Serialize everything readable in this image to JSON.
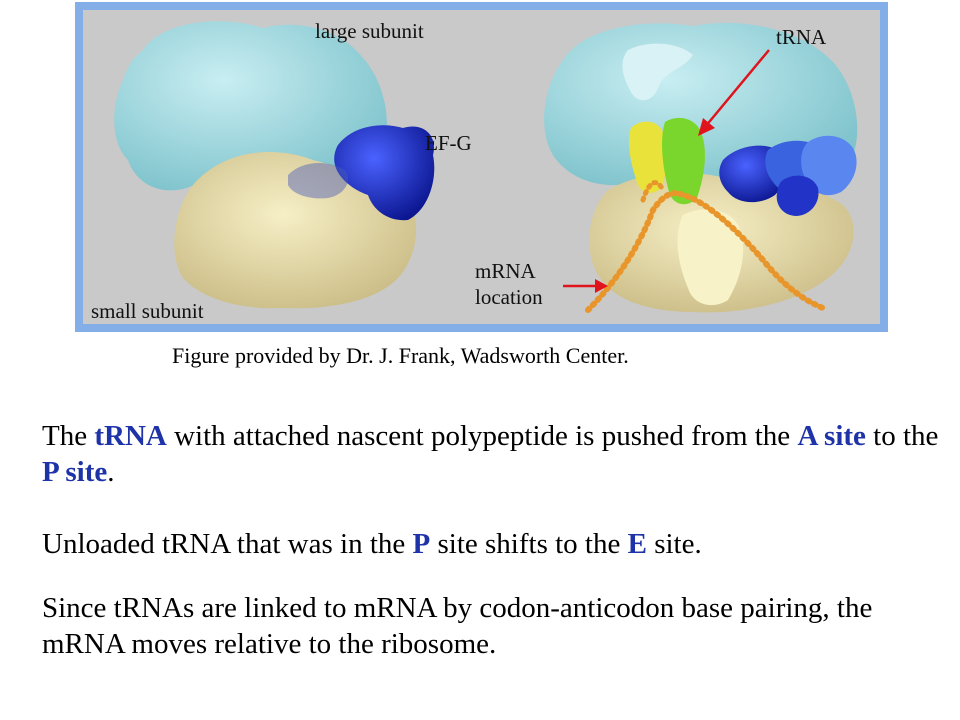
{
  "figure": {
    "labels": {
      "large_subunit": "large subunit",
      "ef_g": "EF-G",
      "small_subunit": "small subunit",
      "trna": "tRNA",
      "mrna_line1": "mRNA",
      "mrna_line2": "location"
    },
    "credit": "Figure provided by Dr. J. Frank, Wadsworth Center.",
    "colors": {
      "frame": "#84aee8",
      "background": "#c9c9c9",
      "large_subunit": "#a9dde3",
      "small_subunit": "#e9dfaa",
      "ef_g": "#1c2fd6",
      "trna_green": "#7ad62c",
      "trna_yellow": "#e8e23a",
      "mrna": "#e8962c",
      "arrow": "#e0141c"
    }
  },
  "text": {
    "p1": {
      "s1": "The ",
      "h1": "tRNA",
      "s2": " with attached nascent polypeptide is pushed from the ",
      "h2": "A site",
      "s3": " to the ",
      "h3": "P site",
      "s4": "."
    },
    "p2": {
      "s1": "Unloaded tRNA that was in the ",
      "h1": "P",
      "s2": " site shifts to the ",
      "h2": "E",
      "s3": " site."
    },
    "p3": "Since tRNAs are linked to mRNA by codon-anticodon base pairing, the mRNA moves relative to the ribosome.",
    "highlight_color": "#1f33a8"
  }
}
